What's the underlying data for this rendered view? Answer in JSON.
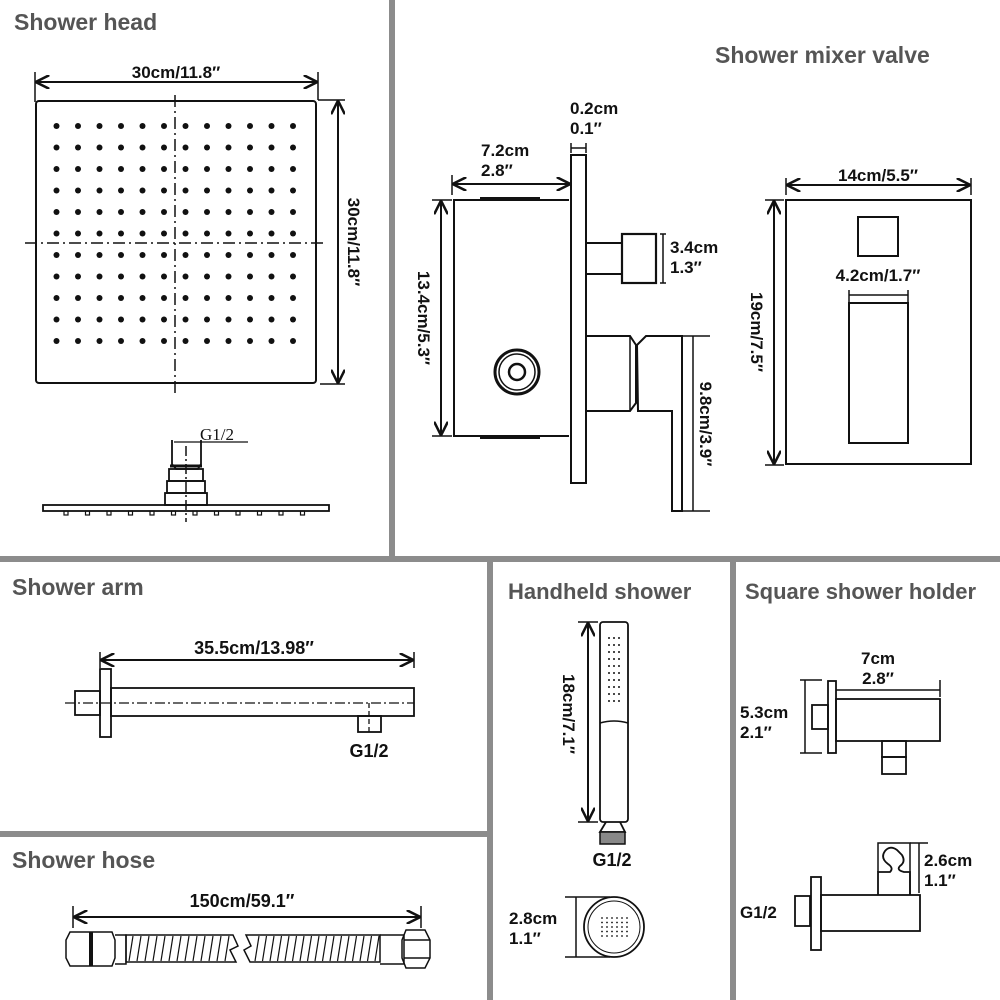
{
  "sections": {
    "shower_head": {
      "title": "Shower head",
      "width_label": "30cm/11.8″",
      "height_label": "30cm/11.8″",
      "thread_label": "G1/2"
    },
    "mixer_valve": {
      "title": "Shower mixer valve",
      "plate_thickness_cm": "0.2cm",
      "plate_thickness_in": "0.1″",
      "depth_cm": "7.2cm",
      "depth_in": "2.8″",
      "body_height": "13.4cm/5.3″",
      "outlet_cm": "3.4cm",
      "outlet_in": "1.3″",
      "handle_height": "9.8cm/3.9″",
      "plate_width": "14cm/5.5″",
      "plate_height": "19cm/7.5″",
      "handle_width": "4.2cm/1.7″"
    },
    "shower_arm": {
      "title": "Shower arm",
      "length_label": "35.5cm/13.98″",
      "thread_label": "G1/2"
    },
    "shower_hose": {
      "title": "Shower hose",
      "length_label": "150cm/59.1″"
    },
    "handheld_shower": {
      "title": "Handheld shower",
      "length_label": "18cm/7.1″",
      "thread_label": "G1/2",
      "diameter_cm": "2.8cm",
      "diameter_in": "1.1″"
    },
    "shower_holder": {
      "title": "Square shower holder",
      "length_cm": "7cm",
      "length_in": "2.8″",
      "height_cm": "5.3cm",
      "height_in": "2.1″",
      "thread_label": "G1/2",
      "clip_cm": "2.6cm",
      "clip_in": "1.1″"
    }
  },
  "colors": {
    "divider": "#8c8c8c",
    "title": "#555555",
    "line": "#111111"
  }
}
